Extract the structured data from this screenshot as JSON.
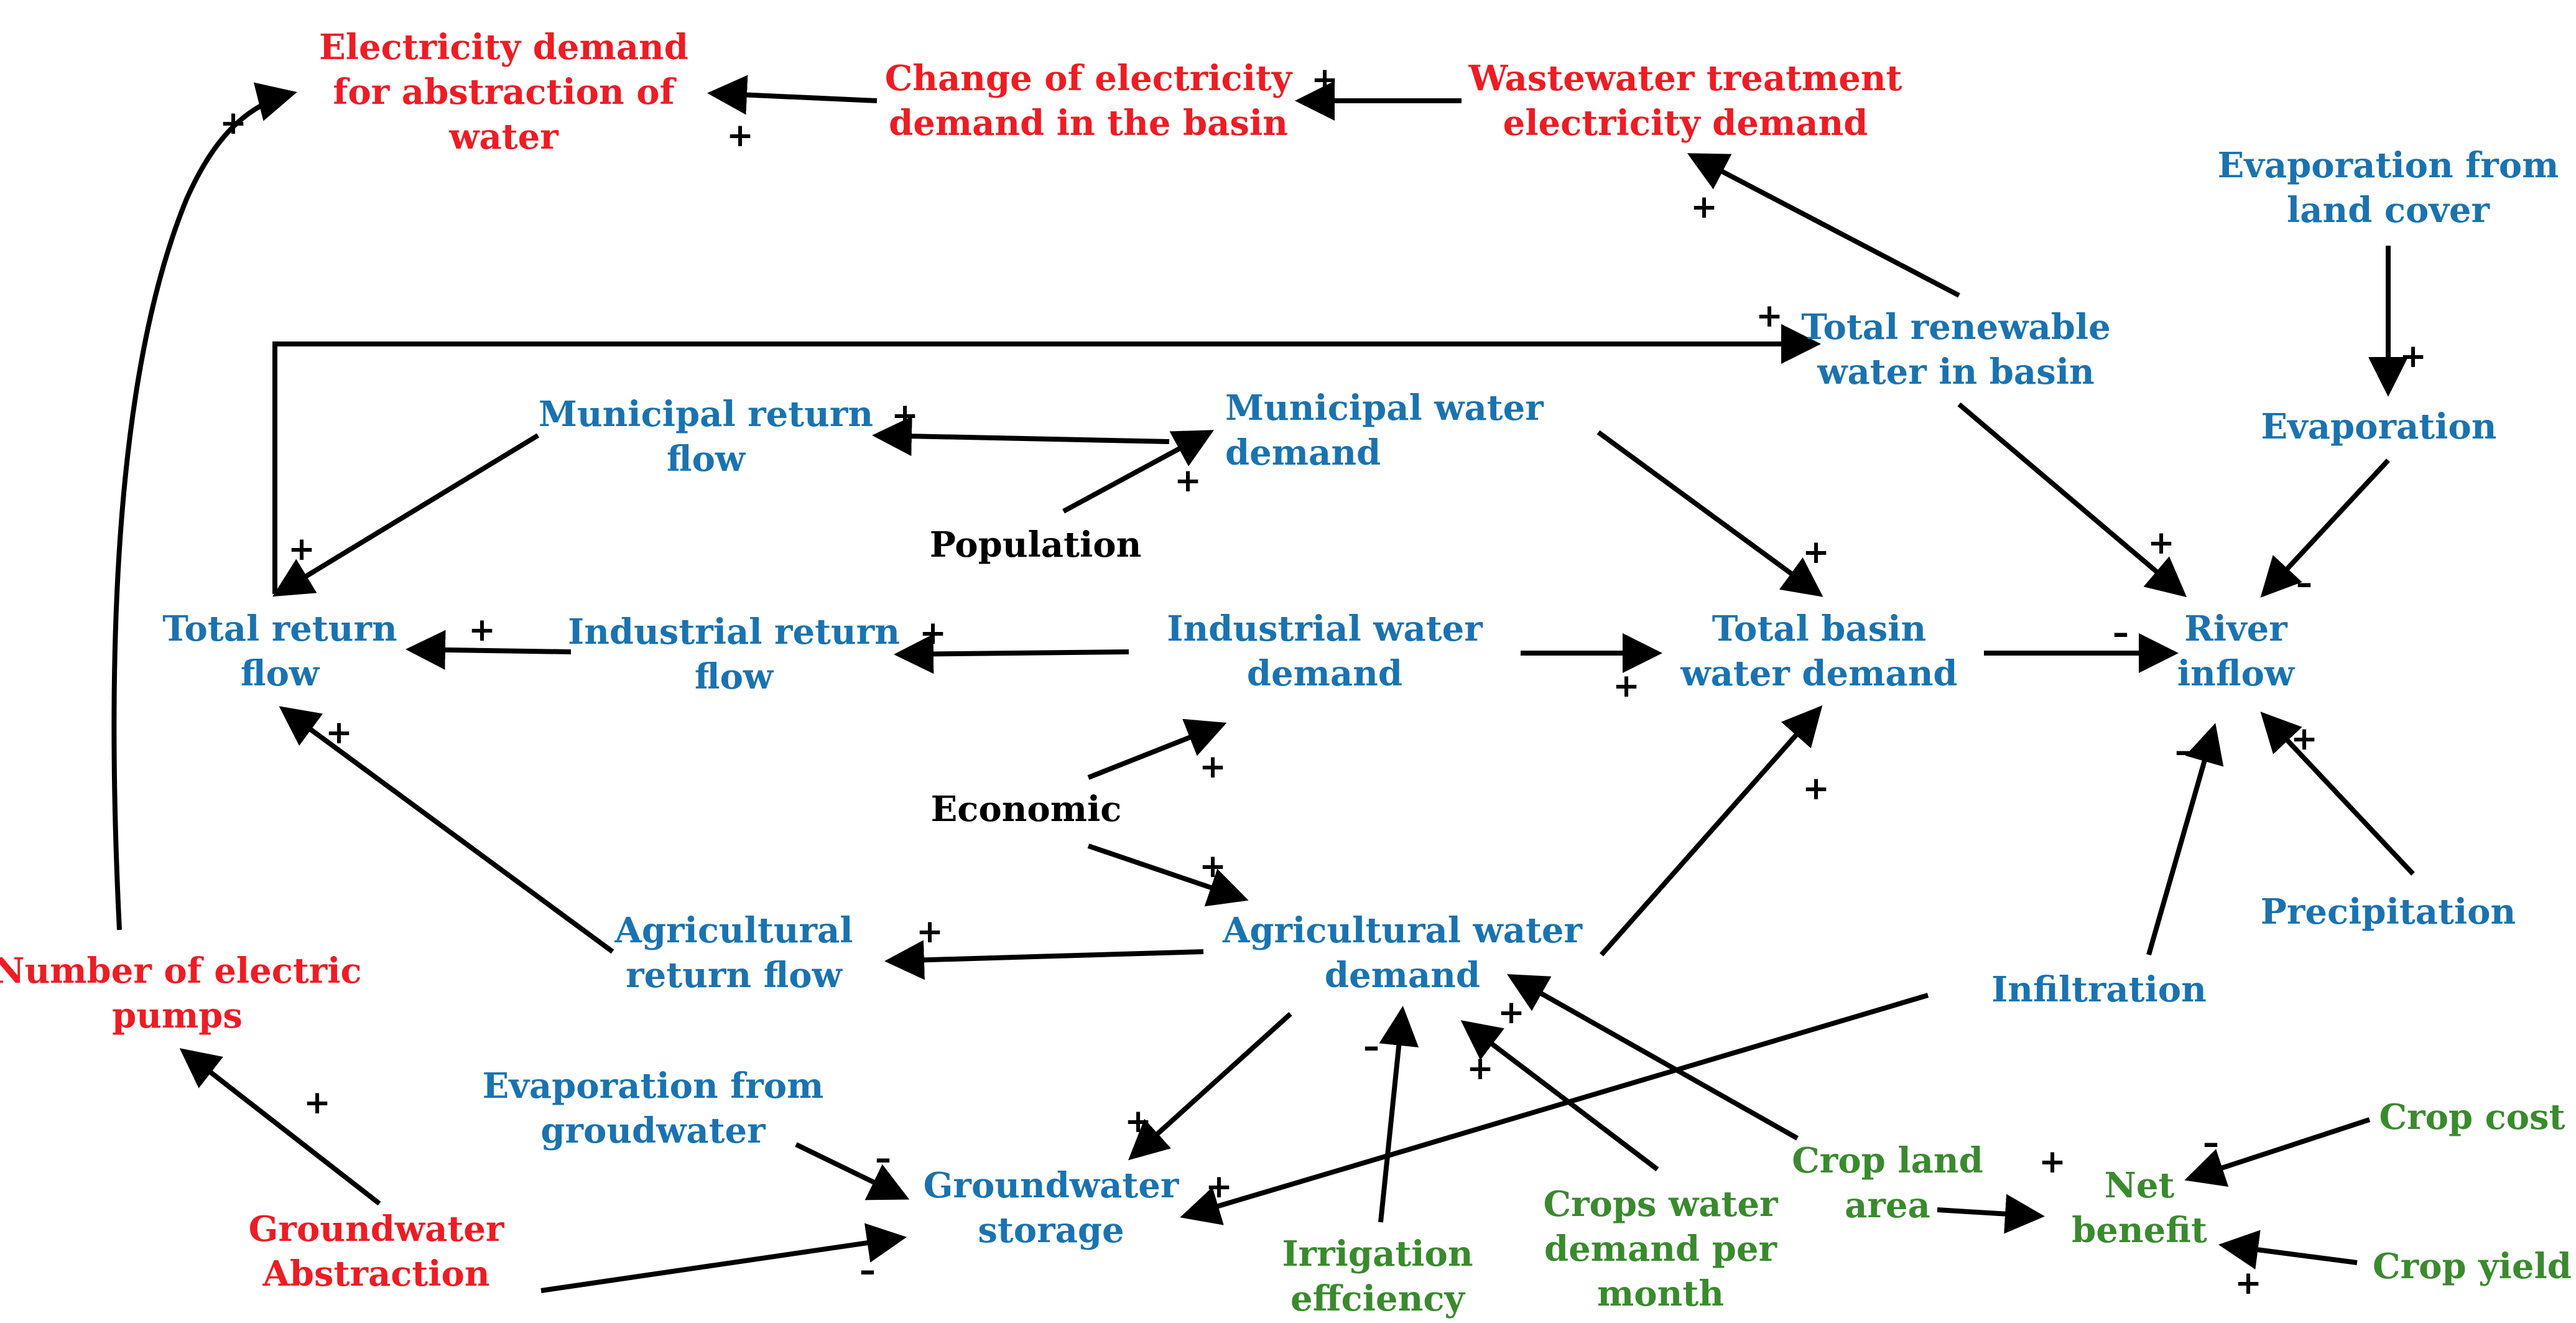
{
  "colors": {
    "red": "#ee1c24",
    "blue": "#1a73b0",
    "green": "#3a8a2e",
    "black": "#000000"
  },
  "nodes": {
    "electricity_abstraction": [
      "Electricity demand",
      "for abstraction of",
      "water"
    ],
    "change_electricity": [
      "Change of electricity",
      "demand in the basin"
    ],
    "wastewater_electricity": [
      "Wastewater treatment",
      "electricity demand"
    ],
    "evaporation_land_cover": [
      "Evaporation from",
      "land cover"
    ],
    "total_renewable_water": [
      "Total renewable",
      "water in basin"
    ],
    "evaporation": [
      "Evaporation"
    ],
    "municipal_return_flow": [
      "Municipal return",
      "flow"
    ],
    "municipal_water_demand": [
      "Municipal water",
      "demand"
    ],
    "population": [
      "Population"
    ],
    "total_return_flow": [
      "Total return",
      "flow"
    ],
    "industrial_return_flow": [
      "Industrial return",
      "flow"
    ],
    "industrial_water_demand": [
      "Industrial water",
      "demand"
    ],
    "total_basin_water_demand": [
      "Total basin",
      "water demand"
    ],
    "river_inflow": [
      "River",
      "inflow"
    ],
    "economic": [
      "Economic"
    ],
    "precipitation": [
      "Precipitation"
    ],
    "agricultural_return_flow": [
      "Agricultural",
      "return flow"
    ],
    "agricultural_water_demand": [
      "Agricultural water",
      "demand"
    ],
    "infiltration": [
      "Infiltration"
    ],
    "number_electric_pumps": [
      "Number of electric",
      "pumps"
    ],
    "evaporation_groundwater": [
      "Evaporation from",
      "groudwater"
    ],
    "groundwater_storage": [
      "Groundwater",
      "storage"
    ],
    "groundwater_abstraction": [
      "Groundwater",
      "Abstraction"
    ],
    "irrigation_efficiency": [
      "Irrigation",
      "effciency"
    ],
    "crops_water_demand": [
      "Crops water",
      "demand per",
      "month"
    ],
    "crop_land_area": [
      "Crop land",
      "area"
    ],
    "net_benefit": [
      "Net",
      "benefit"
    ],
    "crop_cost": [
      "Crop cost"
    ],
    "crop_yield": [
      "Crop yield"
    ]
  },
  "signs": {
    "plus": "+",
    "minus": "–"
  }
}
